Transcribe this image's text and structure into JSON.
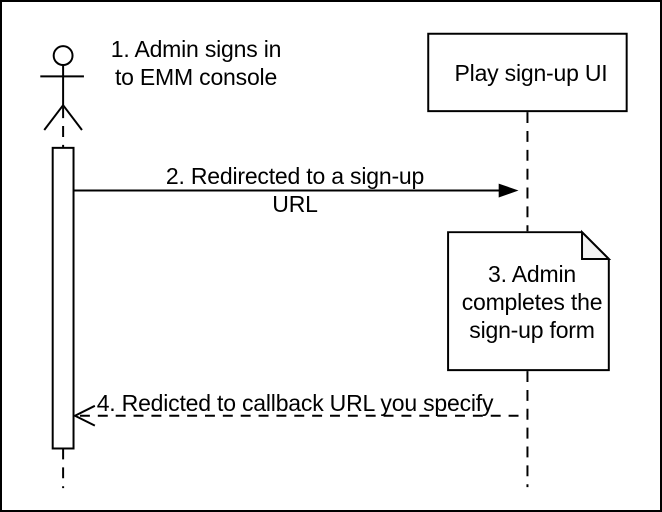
{
  "diagram": {
    "kind": "uml-sequence-diagram",
    "participant": {
      "label": "Play sign-up UI"
    },
    "messages": {
      "step1": "1. Admin signs in\nto EMM console",
      "step2": "2. Redirected to a sign-up URL",
      "step3": "3. Admin\ncompletes the\nsign-up form",
      "step4": "4. Redicted to callback URL you specify"
    },
    "colors": {
      "background": "#ffffff",
      "stroke": "#000000",
      "text": "#000000",
      "shape_fill": "#ffffff",
      "note_fold_fill": "#f2f2f2"
    }
  }
}
